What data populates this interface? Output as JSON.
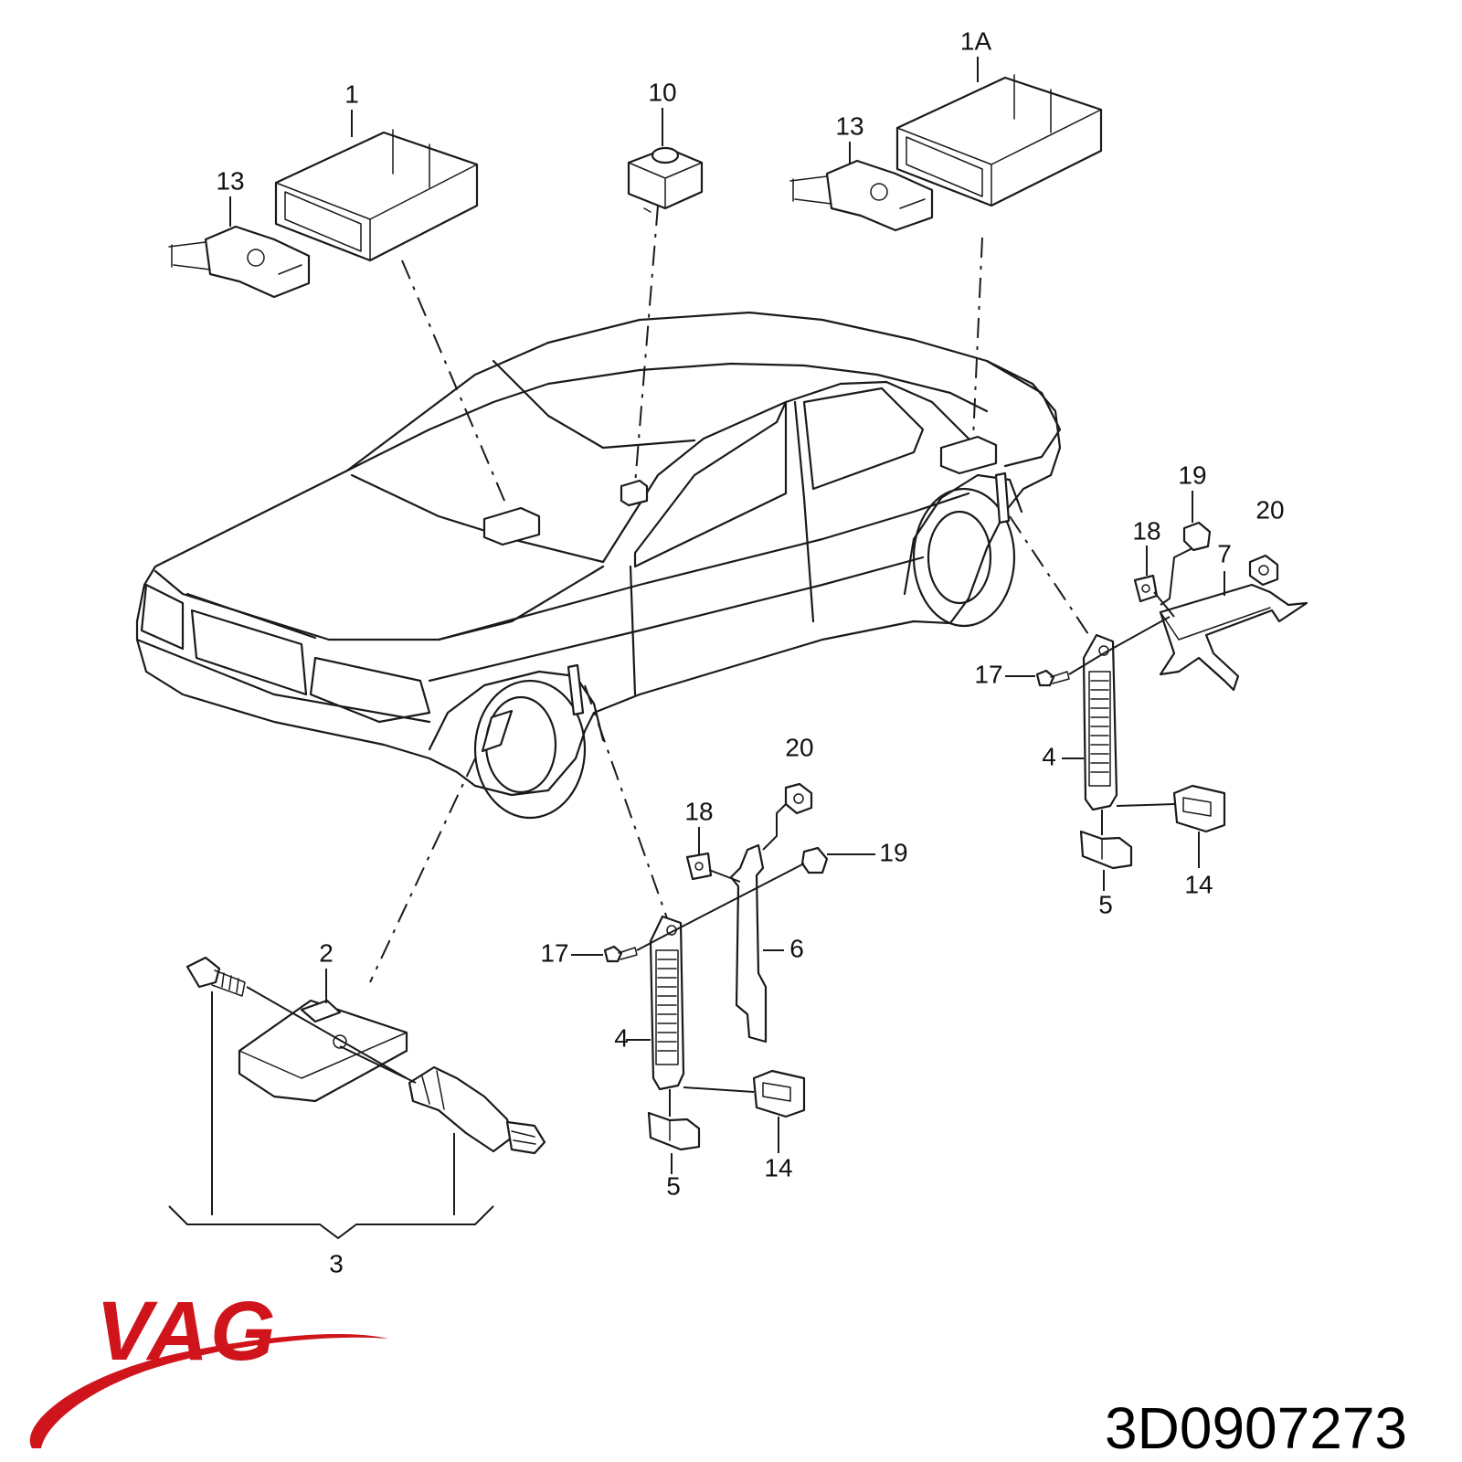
{
  "diagram": {
    "callouts": {
      "c1": "1",
      "c1a": "1A",
      "c2": "2",
      "c3": "3",
      "c4_left": "4",
      "c4_right": "4",
      "c5_left": "5",
      "c5_right": "5",
      "c6": "6",
      "c7": "7",
      "c10": "10",
      "c13_left": "13",
      "c13_right": "13",
      "c14_left": "14",
      "c14_right": "14",
      "c17_left": "17",
      "c17_right": "17",
      "c18_left": "18",
      "c18_right": "18",
      "c19_left": "19",
      "c19_right": "19",
      "c20_left": "20",
      "c20_right": "20"
    }
  },
  "brand": {
    "logo_text": "VAG",
    "logo_color": "#d0141c"
  },
  "part_number": "3D0907273"
}
